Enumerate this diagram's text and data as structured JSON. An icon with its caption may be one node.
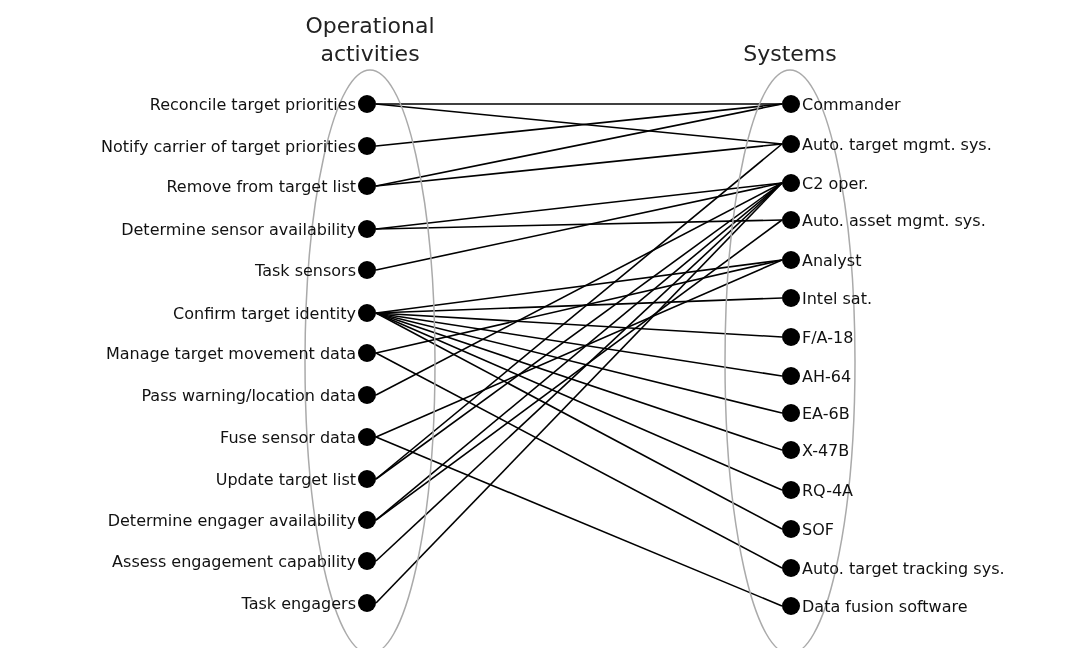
{
  "diagram": {
    "nodes": [
      {
        "text": [
          "Operational activities"
        ]
      },
      {
        "text": [
          "Reconcile target priorities"
        ],
        "in": 0
      },
      {
        "text": [
          "Notify carrier of target priorities"
        ],
        "in": 0
      },
      {
        "text": [
          "Remove from target list"
        ],
        "in": 0
      },
      {
        "text": [
          "Determine sensor availability"
        ],
        "in": 0
      },
      {
        "text": [
          "Task sensors"
        ],
        "in": 0
      },
      {
        "text": [
          "Confirm target identity"
        ],
        "in": 0
      },
      {
        "text": [
          "Manage target movement data"
        ],
        "in": 0
      },
      {
        "text": [
          "Pass warning/location data"
        ],
        "in": 0
      },
      {
        "text": [
          "Fuse sensor data"
        ],
        "in": 0
      },
      {
        "text": [
          "Update target list"
        ],
        "in": 0
      },
      {
        "text": [
          "Determine engager availability"
        ],
        "in": 0
      },
      {
        "text": [
          "Assess engagement capability"
        ],
        "in": 0
      },
      {
        "text": [
          "Task engagers"
        ],
        "in": 0
      },
      {
        "text": [
          "Systems"
        ]
      },
      {
        "text": [
          "Commander"
        ],
        "in": 14
      },
      {
        "text": [
          "Auto. target mgmt. sys."
        ],
        "in": 14
      },
      {
        "text": [
          "C2 oper."
        ],
        "in": 14
      },
      {
        "text": [
          "Auto. asset mgmt. sys."
        ],
        "in": 14
      },
      {
        "text": [
          "Analyst"
        ],
        "in": 14
      },
      {
        "text": [
          "Intel sat."
        ],
        "in": 14
      },
      {
        "text": [
          "F/A-18"
        ],
        "in": 14
      },
      {
        "text": [
          "AH-64"
        ],
        "in": 14
      },
      {
        "text": [
          "EA-6B"
        ],
        "in": 14
      },
      {
        "text": [
          "X-47B"
        ],
        "in": 14
      },
      {
        "text": [
          "RQ-4A"
        ],
        "in": 14
      },
      {
        "text": [
          "SOF"
        ],
        "in": 14
      },
      {
        "text": [
          "Auto. target tracking sys."
        ],
        "in": 14
      },
      {
        "text": [
          "Data fusion software"
        ],
        "in": 14
      }
    ],
    "edges": [
      {
        "from": 1,
        "to": 15,
        "arrow": "none"
      },
      {
        "from": 1,
        "to": 16,
        "arrow": "none"
      },
      {
        "from": 2,
        "to": 15,
        "arrow": "none"
      },
      {
        "from": 3,
        "to": 15,
        "arrow": "none"
      },
      {
        "from": 3,
        "to": 16,
        "arrow": "none"
      },
      {
        "from": 4,
        "to": 17,
        "arrow": "none"
      },
      {
        "from": 4,
        "to": 18,
        "arrow": "none"
      },
      {
        "from": 5,
        "to": 17,
        "arrow": "none"
      },
      {
        "from": 6,
        "to": 19,
        "arrow": "none"
      },
      {
        "from": 6,
        "to": 20,
        "arrow": "none"
      },
      {
        "from": 6,
        "to": 21,
        "arrow": "none"
      },
      {
        "from": 6,
        "to": 22,
        "arrow": "none"
      },
      {
        "from": 6,
        "to": 23,
        "arrow": "none"
      },
      {
        "from": 6,
        "to": 24,
        "arrow": "none"
      },
      {
        "from": 6,
        "to": 25,
        "arrow": "none"
      },
      {
        "from": 6,
        "to": 26,
        "arrow": "none"
      },
      {
        "from": 7,
        "to": 19,
        "arrow": "none"
      },
      {
        "from": 7,
        "to": 27,
        "arrow": "none"
      },
      {
        "from": 8,
        "to": 17,
        "arrow": "none"
      },
      {
        "from": 9,
        "to": 19,
        "arrow": "none"
      },
      {
        "from": 9,
        "to": 28,
        "arrow": "none"
      },
      {
        "from": 10,
        "to": 16,
        "arrow": "none"
      },
      {
        "from": 10,
        "to": 17,
        "arrow": "none"
      },
      {
        "from": 11,
        "to": 17,
        "arrow": "none"
      },
      {
        "from": 11,
        "to": 18,
        "arrow": "none"
      },
      {
        "from": 12,
        "to": 17,
        "arrow": "none"
      },
      {
        "from": 13,
        "to": 17,
        "arrow": "none"
      }
    ]
  }
}
